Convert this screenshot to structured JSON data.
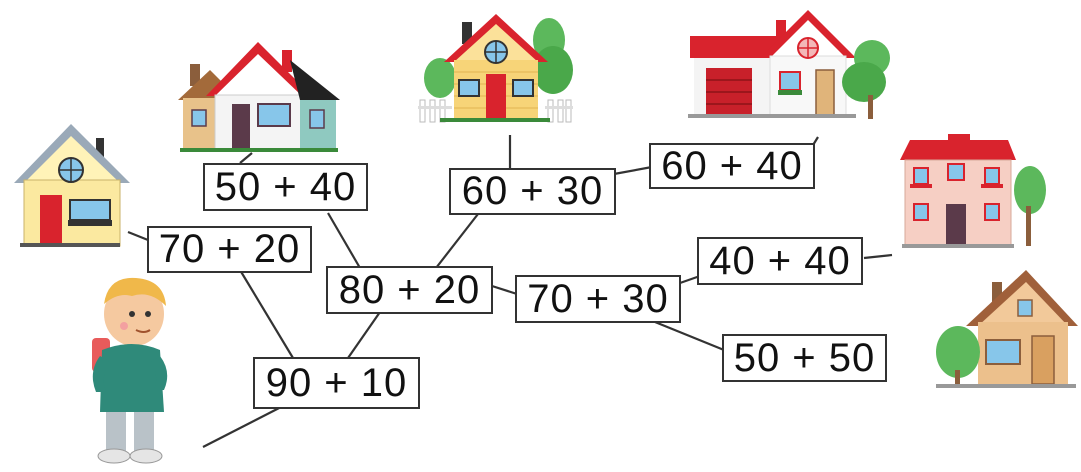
{
  "colors": {
    "line": "#333333",
    "box_border": "#333333",
    "roof_red": "#d9232d",
    "wall_yellow": "#fbe9a0",
    "tree_green": "#5cb85c"
  },
  "expressions": {
    "e_90_10": "90 + 10",
    "e_80_20": "80 + 20",
    "e_70_20": "70 + 20",
    "e_50_40": "50 + 40",
    "e_60_30": "60 + 30",
    "e_60_40": "60 + 40",
    "e_70_30": "70 + 30",
    "e_40_40": "40 + 40",
    "e_50_50": "50 + 50"
  },
  "pictures": [
    "boy",
    "house-blue-roof",
    "house-red-roof-gabled",
    "house-yellow-with-fence",
    "house-garage",
    "house-apartment",
    "house-brown-small"
  ]
}
